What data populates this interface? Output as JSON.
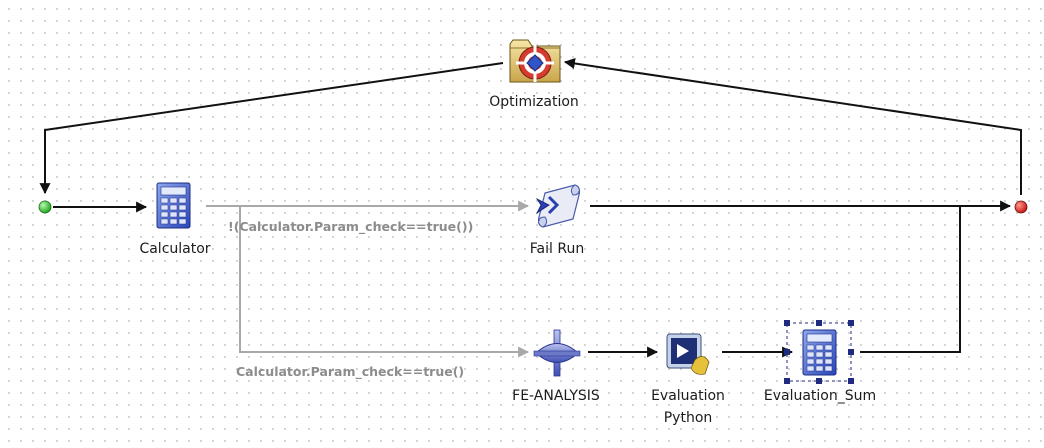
{
  "workflow": {
    "nodes": {
      "optimization": {
        "label": "Optimization",
        "icon": "target-folder-icon"
      },
      "calculator": {
        "label": "Calculator",
        "icon": "calculator-icon"
      },
      "fail_run": {
        "label": "Fail Run",
        "icon": "scroll-icon"
      },
      "fe_analysis": {
        "label": "FE-ANALYSIS",
        "icon": "fe-analysis-icon"
      },
      "evaluation_python": {
        "label_line1": "Evaluation",
        "label_line2": "Python",
        "icon": "python-script-icon",
        "selected": false
      },
      "evaluation_sum": {
        "label": "Evaluation_Sum",
        "icon": "calculator-icon",
        "selected": true
      },
      "start": {
        "icon": "start-node-icon",
        "color": "#2ec42e"
      },
      "end": {
        "icon": "end-node-icon",
        "color": "#e02020"
      }
    },
    "conditions": {
      "fail_branch": "!(Calculator.Param_check==true())",
      "analysis_branch": "Calculator.Param_check==true()"
    }
  },
  "colors": {
    "link": "#111111",
    "conditional_link": "#a8a8a8",
    "condition_text": "#8c8c8c",
    "selection": "#1f2a80"
  }
}
